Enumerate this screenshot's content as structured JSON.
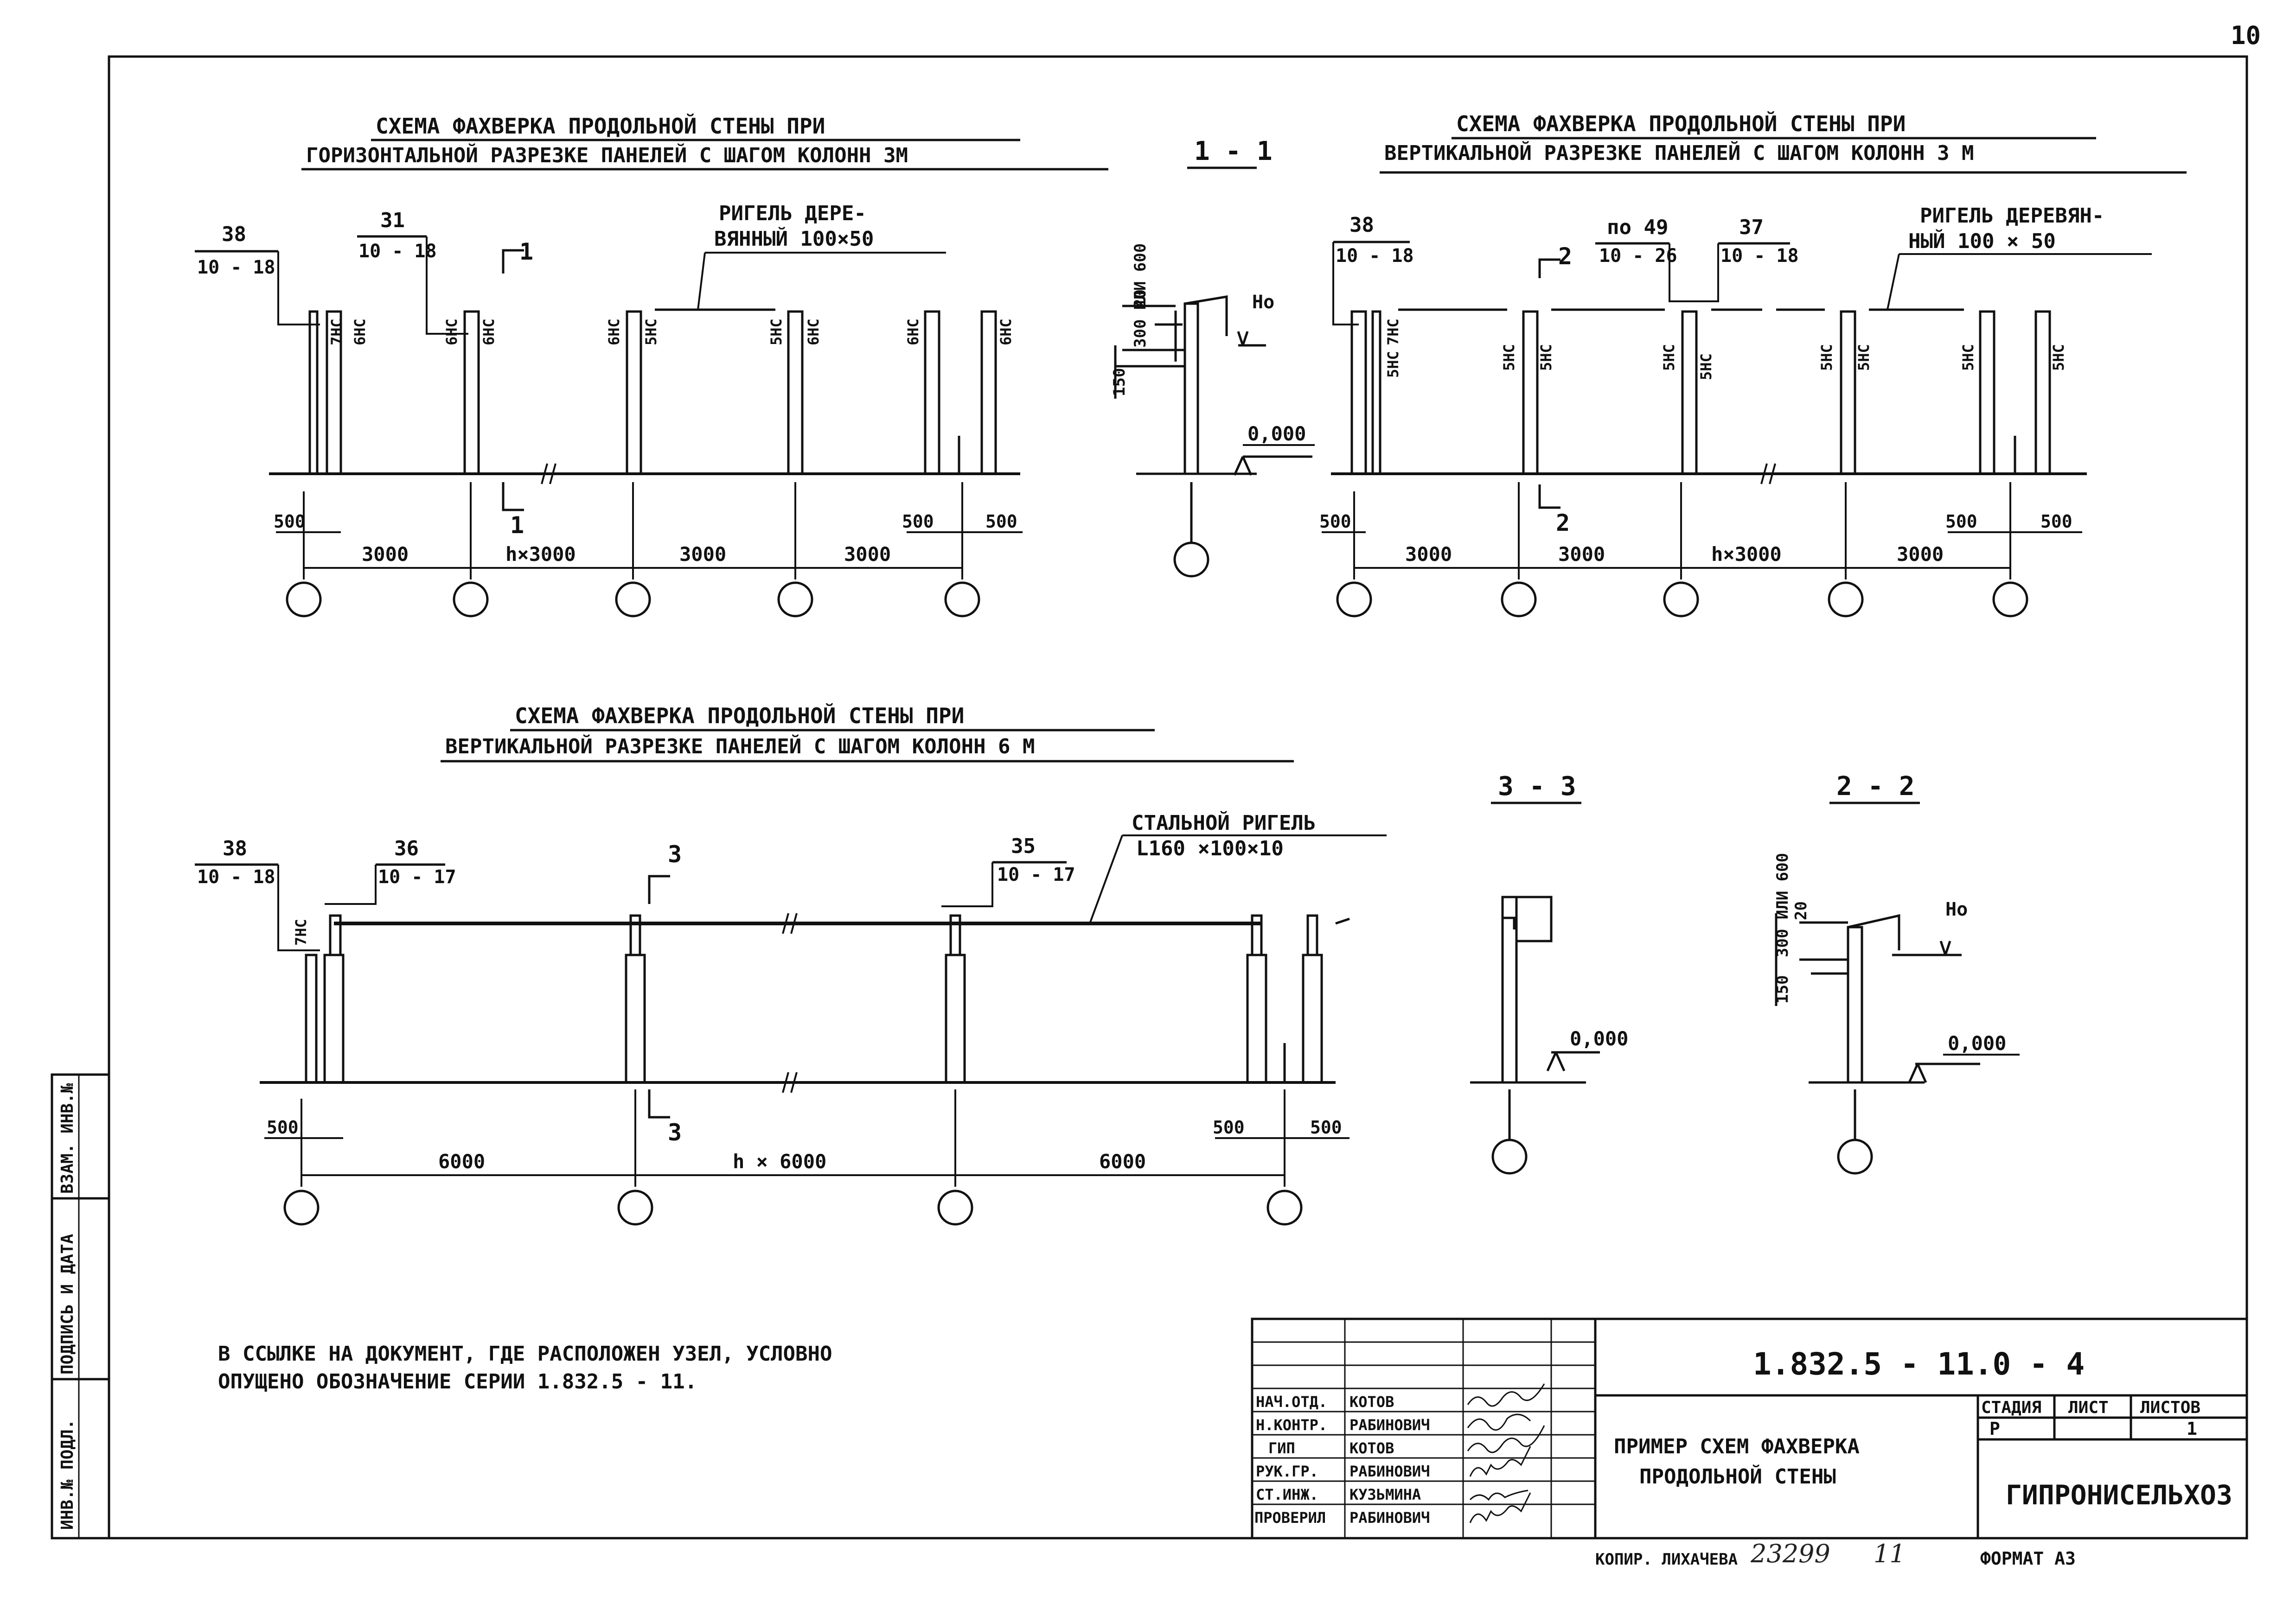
{
  "sheet_number": "10",
  "title_top_left": {
    "line1": "СХЕМА ФАХВЕРКА ПРОДОЛЬНОЙ СТЕНЫ ПРИ",
    "line2": "ГОРИЗОНТАЛЬНОЙ РАЗРЕЗКЕ ПАНЕЛЕЙ С ШАГОМ КОЛОНН 3М"
  },
  "title_top_right": {
    "line1": "СХЕМА ФАХВЕРКА ПРОДОЛЬНОЙ СТЕНЫ ПРИ",
    "line2": "ВЕРТИКАЛЬНОЙ РАЗРЕЗКЕ ПАНЕЛЕЙ С ШАГОМ КОЛОНН 3 М"
  },
  "title_bottom": {
    "line1": "СХЕМА ФАХВЕРКА ПРОДОЛЬНОЙ СТЕНЫ ПРИ",
    "line2": "ВЕРТИКАЛЬНОЙ РАЗРЕЗКЕ ПАНЕЛЕЙ С ШАГОМ КОЛОНН 6 М"
  },
  "section_labels": {
    "s11": "1 - 1",
    "s33": "3 - 3",
    "s22": "2 - 2"
  },
  "cut_marks": {
    "c1": "1",
    "c2": "2",
    "c3": "3"
  },
  "node_refs": {
    "tl_a": {
      "top": "38",
      "bottom": "10 - 18"
    },
    "tl_b": {
      "top": "31",
      "bottom": "10 - 18"
    },
    "tr_a": {
      "top": "38",
      "bottom": "10 - 18"
    },
    "tr_b": {
      "top": "по 49",
      "bottom": "10 - 26"
    },
    "tr_c": {
      "top": "37",
      "bottom": "10 - 18"
    },
    "b_a": {
      "top": "38",
      "bottom": "10 - 18"
    },
    "b_b": {
      "top": "36",
      "bottom": "10 - 17"
    },
    "b_c": {
      "top": "35",
      "bottom": "10 - 17"
    }
  },
  "beam_labels": {
    "tl": {
      "line1": "РИГЕЛЬ ДЕРЕ-",
      "line2": "ВЯННЫЙ 100×50"
    },
    "tr": {
      "line1": "РИГЕЛЬ ДЕРЕВЯН-",
      "line2": "НЫЙ 100 × 50"
    },
    "b": {
      "line1": "СТАЛЬНОЙ РИГЕЛЬ",
      "line2": "L160 ×100×10"
    }
  },
  "panel_marks": {
    "m7": "7НС",
    "m6": "6НС",
    "m5": "5НС"
  },
  "dims": {
    "d500": "500",
    "d3000": "3000",
    "h3000": "h×3000",
    "d6000": "6000",
    "h6000": "h × 6000",
    "d150": "150",
    "d20": "20",
    "d300_600": "300 ИЛИ 600",
    "ho": "Нo",
    "zero": "0,000"
  },
  "note": {
    "line1": "В ССЫЛКЕ НА ДОКУМЕНТ, ГДЕ РАСПОЛОЖЕН УЗЕЛ, УСЛОВНО",
    "line2": "ОПУЩЕНО ОБОЗНАЧЕНИЕ СЕРИИ 1.832.5 - 11."
  },
  "stamp": {
    "code": "1.832.5 - 11.0 - 4",
    "roles": [
      "НАЧ.ОТД.",
      "Н.КОНТР.",
      "ГИП",
      "РУК.ГР.",
      "СТ.ИНЖ.",
      "ПРОВЕРИЛ"
    ],
    "names": [
      "КОТОВ",
      "РАБИНОВИЧ",
      "КОТОВ",
      "РАБИНОВИЧ",
      "КУЗЬМИНА",
      "РАБИНОВИЧ"
    ],
    "doc_title1": "ПРИМЕР СХЕМ ФАХВЕРКА",
    "doc_title2": "ПРОДОЛЬНОЙ СТЕНЫ",
    "h_stage": "СТАДИЯ",
    "h_sheet": "ЛИСТ",
    "h_sheets": "ЛИСТОВ",
    "stage": "Р",
    "sheets": "1",
    "org": "ГИПРОНИСЕЛЬХОЗ"
  },
  "bottom_line": {
    "copy": "КОПИР. ЛИХАЧЕВА",
    "num": "23299",
    "n2": "11",
    "format": "ФОРМАТ А3"
  },
  "side_strip": [
    "ИНВ.№ ПОДЛ.",
    "ПОДПИСЬ И ДАТА",
    "ВЗАМ. ИНВ.№"
  ]
}
